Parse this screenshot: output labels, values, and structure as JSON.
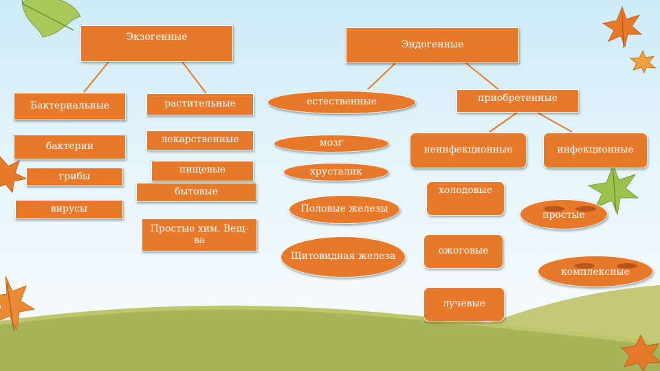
{
  "diagram": {
    "exogenous": {
      "title": "Экзогенные",
      "groups": [
        {
          "label": "Бактериальные",
          "items": [
            "бактерии",
            "грибы",
            "вирусы"
          ]
        },
        {
          "label": "растительные",
          "items": [
            "лекарственные",
            "пищевые",
            "бытовые",
            "Простые хим. Вещ-ва"
          ]
        }
      ]
    },
    "endogenous": {
      "title": "Эндогенные",
      "groups": [
        {
          "label": "естественные",
          "items": [
            "мозг",
            "хрусталик",
            "Половые железы",
            "Щитовидная железа"
          ]
        },
        {
          "label": "приобретенные",
          "subgroups": [
            {
              "label": "неинфекционные",
              "items": [
                "холодовые",
                "ожоговые",
                "лучевые"
              ]
            },
            {
              "label": "инфекционные",
              "items": [
                "простые",
                "комплексные"
              ]
            }
          ]
        }
      ]
    }
  },
  "colors": {
    "node_fill": "#e8792a",
    "node_text": "#ffffff",
    "connector": "#e8792a",
    "sky_top": "#cdebf7",
    "hill_front": "#a7b45a",
    "hill_back": "#c3c977",
    "leaf_orange": "#e57a2a",
    "leaf_green": "#9cc24e"
  },
  "decorations": {
    "leaves": [
      "leaf-icon-green",
      "leaf-icon-orange",
      "leaf-icon-orange-small",
      "leaf-icon-green-right",
      "leaf-icon-orange-left",
      "leaf-icon-orange-bottom"
    ]
  }
}
